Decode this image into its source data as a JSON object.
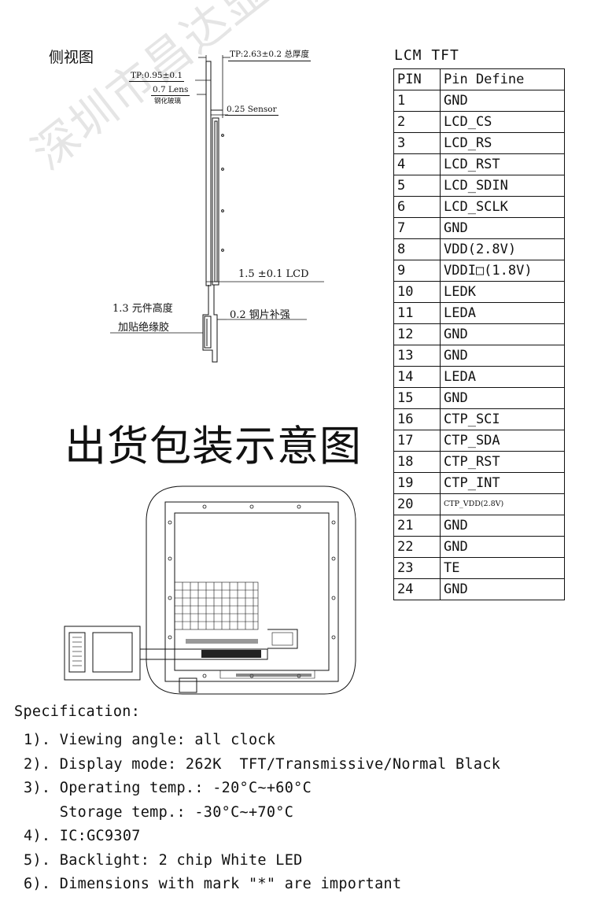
{
  "watermark": "深圳市昌达显示",
  "side_view": {
    "title": "侧视图",
    "labels": {
      "total_thickness": "TP:2.63±0.2 总厚度",
      "tp_thickness": "TP:0.95±0.1",
      "lens": "0.7 Lens",
      "lens_sub": "钢化玻璃",
      "sensor": "0.25 Sensor",
      "lcd": "1.5 ±0.1 LCD",
      "component_height": "1.3 元件高度",
      "insulation_tape": "加贴绝缘胶",
      "steel_reinforce": "0.2 钢片补强"
    }
  },
  "pin_table": {
    "title": "LCM TFT",
    "headers": [
      "PIN",
      "Pin Define"
    ],
    "rows": [
      [
        "1",
        "GND"
      ],
      [
        "2",
        "LCD_CS"
      ],
      [
        "3",
        "LCD_RS"
      ],
      [
        "4",
        "LCD_RST"
      ],
      [
        "5",
        "LCD_SDIN"
      ],
      [
        "6",
        "LCD_SCLK"
      ],
      [
        "7",
        "GND"
      ],
      [
        "8",
        "VDD(2.8V)"
      ],
      [
        "9",
        "VDDI□(1.8V)"
      ],
      [
        "10",
        "LEDK"
      ],
      [
        "11",
        "LEDA"
      ],
      [
        "12",
        "GND"
      ],
      [
        "13",
        "GND"
      ],
      [
        "14",
        "LEDA"
      ],
      [
        "15",
        "GND"
      ],
      [
        "16",
        "CTP_SCI"
      ],
      [
        "17",
        "CTP_SDA"
      ],
      [
        "18",
        "CTP_RST"
      ],
      [
        "19",
        "CTP_INT"
      ],
      [
        "20",
        "CTP_VDD(2.8V)"
      ],
      [
        "21",
        "GND"
      ],
      [
        "22",
        "GND"
      ],
      [
        "23",
        "TE"
      ],
      [
        "24",
        "GND"
      ]
    ]
  },
  "shipping": {
    "title": "出货包装示意图"
  },
  "specification": {
    "heading": "Specification:",
    "items": [
      "1). Viewing angle: all clock",
      "2). Display mode: 262K  TFT/Transmissive/Normal Black",
      "3). Operating temp.: -20°C~+60°C",
      "    Storage temp.: -30°C~+70°C",
      "4). IC:GC9307",
      "5). Backlight: 2 chip White LED",
      "6). Dimensions with mark \"*\" are important"
    ]
  }
}
